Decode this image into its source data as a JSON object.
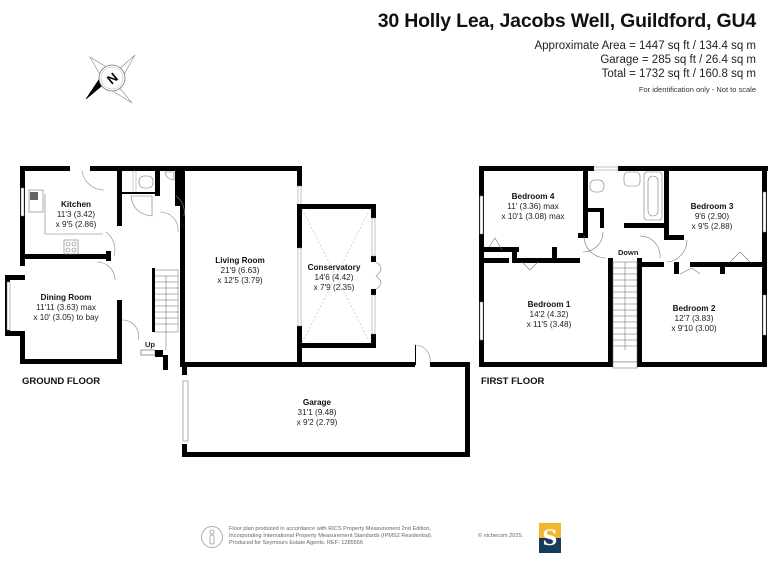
{
  "header": {
    "title": "30 Holly Lea, Jacobs Well, Guildford, GU4",
    "area_lines": [
      "Approximate Area = 1447 sq ft / 134.4 sq m",
      "Garage = 285  sq ft / 26.4 sq m",
      "Total = 1732 sq ft / 160.8 sq m"
    ],
    "note": "For identification only - Not to scale"
  },
  "compass": {
    "icon": "compass-north-icon",
    "letter": "N"
  },
  "ground_floor": {
    "label": "GROUND FLOOR",
    "stairs_label": "Up",
    "rooms": [
      {
        "name": "Kitchen",
        "dim1": "11'3 (3.42)",
        "dim2": "x 9'5 (2.86)"
      },
      {
        "name": "Dining Room",
        "dim1": "11'11 (3.63) max",
        "dim2": "x 10' (3.05) to bay"
      },
      {
        "name": "Living Room",
        "dim1": "21'9 (6.63)",
        "dim2": "x 12'5 (3.79)"
      },
      {
        "name": "Conservatory",
        "dim1": "14'6 (4.42)",
        "dim2": "x 7'9 (2.35)"
      },
      {
        "name": "Garage",
        "dim1": "31'1 (9.48)",
        "dim2": "x 9'2 (2.79)"
      }
    ]
  },
  "first_floor": {
    "label": "FIRST FLOOR",
    "stairs_label": "Down",
    "rooms": [
      {
        "name": "Bedroom 4",
        "dim1": "11' (3.36) max",
        "dim2": "x 10'1 (3.08) max"
      },
      {
        "name": "Bedroom 3",
        "dim1": "9'6 (2.90)",
        "dim2": "x 9'5 (2.88)"
      },
      {
        "name": "Bedroom 1",
        "dim1": "14'2 (4.32)",
        "dim2": "x 11'5 (3.48)"
      },
      {
        "name": "Bedroom 2",
        "dim1": "12'7 (3.83)",
        "dim2": "x 9'10 (3.00)"
      }
    ]
  },
  "footer": {
    "lines": [
      "Floor plan produced in accordance with RICS Property Measurement 2nd Edition,",
      "Incorporating International Property Measurement Standards (IPMS2 Residential).",
      "Produced for Seymours Estate Agents.   REF: 1285556"
    ],
    "copyright": "© nichecom 2025.",
    "logo_letter": "S",
    "logo_colors": {
      "top": "#f2b72c",
      "bottom": "#173c5a"
    }
  }
}
